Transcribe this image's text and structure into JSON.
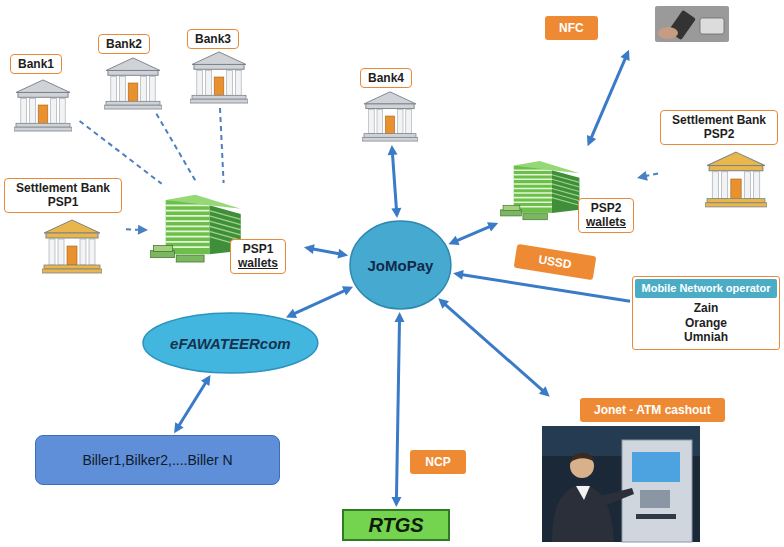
{
  "diagram": {
    "nodes": [
      {
        "text": [
          "Bank1"
        ]
      },
      {
        "text": [
          "Bank2"
        ]
      },
      {
        "text": [
          "Bank3"
        ]
      },
      {
        "text": [
          "Bank4"
        ]
      },
      {
        "text": [
          "NFC"
        ]
      },
      {
        "text": [
          "Settlement Bank PSP2"
        ]
      },
      {
        "text": [
          "Settlement Bank PSP1"
        ]
      },
      {
        "text": [
          "PSP1",
          "wallets"
        ]
      },
      {
        "text": [
          "PSP2",
          "wallets"
        ]
      },
      {
        "text": [
          "JoMoPay"
        ]
      },
      {
        "text": [
          "USSD"
        ]
      },
      {
        "text": [
          "Mobile Network operator",
          "Zain Orange Umniah"
        ]
      },
      {
        "text": [
          "eFAWATEERcom"
        ]
      },
      {
        "text": [
          "Jonet - ATM cashout"
        ]
      },
      {
        "text": [
          "Biller1,Bilker2,....Biller N"
        ]
      },
      {
        "text": [
          "NCP"
        ]
      },
      {
        "text": [
          "RTGS"
        ]
      }
    ],
    "edges": [
      {
        "from": 0,
        "to": 7,
        "arrow": "none"
      },
      {
        "from": 1,
        "to": 7,
        "arrow": "none"
      },
      {
        "from": 2,
        "to": 7,
        "arrow": "none"
      },
      {
        "from": 6,
        "to": 7,
        "arrow": "to"
      },
      {
        "from": 7,
        "to": 9,
        "arrow": "both"
      },
      {
        "from": 3,
        "to": 9,
        "arrow": "both"
      },
      {
        "from": 8,
        "to": 9,
        "arrow": "both"
      },
      {
        "from": 5,
        "to": 8,
        "arrow": "to"
      },
      {
        "from": 8,
        "to": 4,
        "arrow": "both"
      },
      {
        "from": 9,
        "to": 12,
        "arrow": "both"
      },
      {
        "from": 12,
        "to": 14,
        "arrow": "both"
      },
      {
        "from": 9,
        "to": 16,
        "arrow": "both"
      },
      {
        "from": 11,
        "to": 9,
        "arrow": "to"
      },
      {
        "from": 9,
        "to": 13,
        "arrow": "both"
      }
    ]
  }
}
